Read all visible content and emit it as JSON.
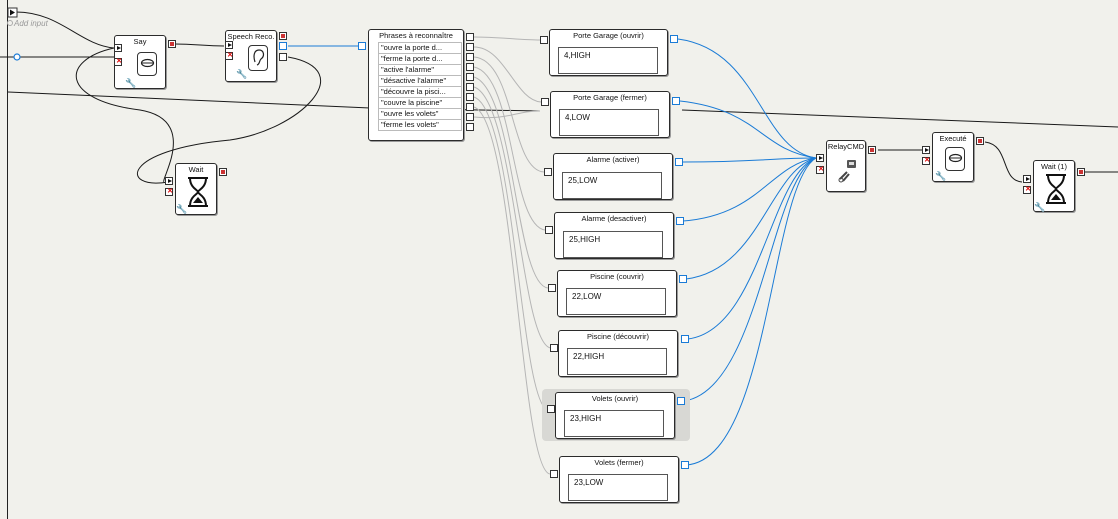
{
  "canvas": {
    "add_input_label": "Add input"
  },
  "boxes": {
    "say": {
      "title": "Say"
    },
    "speech": {
      "title": "Speech Reco."
    },
    "wait1": {
      "title": "Wait"
    },
    "phrases": {
      "title": "Phrases à reconnaître",
      "items": [
        "\"ouvre la porte d...",
        "\"ferme la porte d...",
        "\"active l'alarme\"",
        "\"désactive l'alarme\"",
        "\"découvre la pisci...",
        "\"couvre la piscine\"",
        "\"ouvre les volets\"",
        "\"ferme les volets\""
      ]
    },
    "commands": [
      {
        "title": "Porte Garage (ouvrir)",
        "value": "4,HIGH"
      },
      {
        "title": "Porte Garage (fermer)",
        "value": "4,LOW"
      },
      {
        "title": "Alarme (activer)",
        "value": "25,LOW"
      },
      {
        "title": "Alarme (desactiver)",
        "value": "25,HIGH"
      },
      {
        "title": "Piscine (couvrir)",
        "value": "22,LOW"
      },
      {
        "title": "Piscine (découvrir)",
        "value": "22,HIGH"
      },
      {
        "title": "Volets (ouvrir)",
        "value": "23,HIGH"
      },
      {
        "title": "Volets (fermer)",
        "value": "23,LOW"
      }
    ],
    "relay": {
      "title": "RelayCMD"
    },
    "execute": {
      "title": "Executé"
    },
    "wait2": {
      "title": "Wait (1)"
    }
  },
  "colors": {
    "wire_black": "#1a1a1a",
    "wire_gray": "#b5b5b5",
    "wire_blue": "#1a7bd6",
    "background": "#f1f1ec"
  }
}
